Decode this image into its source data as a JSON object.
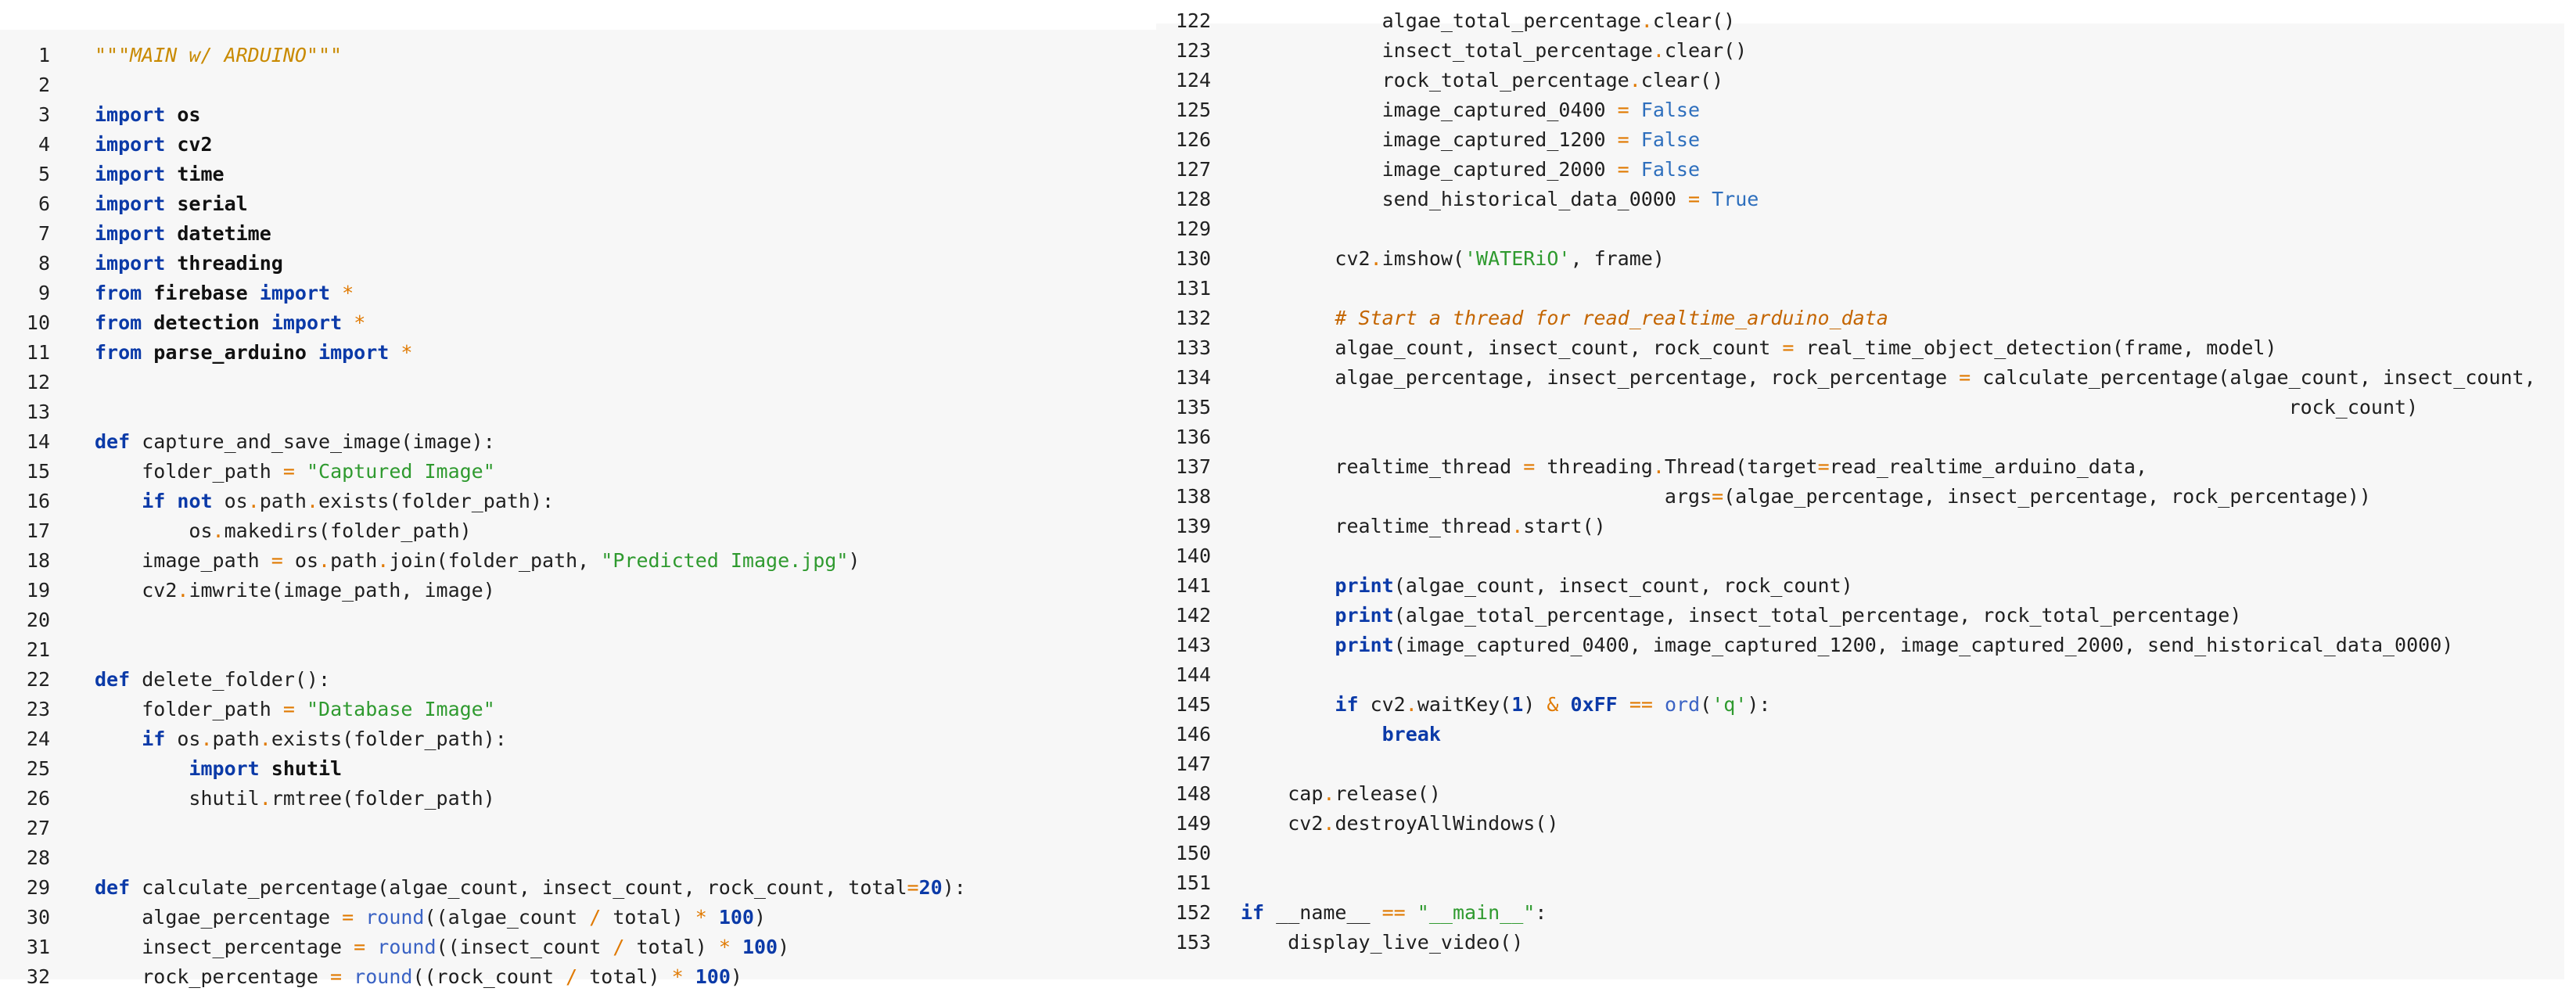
{
  "left": {
    "lines": [
      {
        "n": "1",
        "i": 0,
        "t": [
          [
            "doc",
            "\"\"\"MAIN w/ ARDUINO\"\"\""
          ]
        ]
      },
      {
        "n": "2",
        "i": 0,
        "t": []
      },
      {
        "n": "3",
        "i": 0,
        "t": [
          [
            "kw",
            "import"
          ],
          [
            "pl",
            " "
          ],
          [
            "mod",
            "os"
          ]
        ]
      },
      {
        "n": "4",
        "i": 0,
        "t": [
          [
            "kw",
            "import"
          ],
          [
            "pl",
            " "
          ],
          [
            "mod",
            "cv2"
          ]
        ]
      },
      {
        "n": "5",
        "i": 0,
        "t": [
          [
            "kw",
            "import"
          ],
          [
            "pl",
            " "
          ],
          [
            "mod",
            "time"
          ]
        ]
      },
      {
        "n": "6",
        "i": 0,
        "t": [
          [
            "kw",
            "import"
          ],
          [
            "pl",
            " "
          ],
          [
            "mod",
            "serial"
          ]
        ]
      },
      {
        "n": "7",
        "i": 0,
        "t": [
          [
            "kw",
            "import"
          ],
          [
            "pl",
            " "
          ],
          [
            "mod",
            "datetime"
          ]
        ]
      },
      {
        "n": "8",
        "i": 0,
        "t": [
          [
            "kw",
            "import"
          ],
          [
            "pl",
            " "
          ],
          [
            "mod",
            "threading"
          ]
        ]
      },
      {
        "n": "9",
        "i": 0,
        "t": [
          [
            "kw",
            "from"
          ],
          [
            "pl",
            " "
          ],
          [
            "mod",
            "firebase"
          ],
          [
            "pl",
            " "
          ],
          [
            "kw",
            "import"
          ],
          [
            "pl",
            " "
          ],
          [
            "op",
            "*"
          ]
        ]
      },
      {
        "n": "10",
        "i": 0,
        "t": [
          [
            "kw",
            "from"
          ],
          [
            "pl",
            " "
          ],
          [
            "mod",
            "detection"
          ],
          [
            "pl",
            " "
          ],
          [
            "kw",
            "import"
          ],
          [
            "pl",
            " "
          ],
          [
            "op",
            "*"
          ]
        ]
      },
      {
        "n": "11",
        "i": 0,
        "t": [
          [
            "kw",
            "from"
          ],
          [
            "pl",
            " "
          ],
          [
            "mod",
            "parse_arduino"
          ],
          [
            "pl",
            " "
          ],
          [
            "kw",
            "import"
          ],
          [
            "pl",
            " "
          ],
          [
            "op",
            "*"
          ]
        ]
      },
      {
        "n": "12",
        "i": 0,
        "t": []
      },
      {
        "n": "13",
        "i": 0,
        "t": []
      },
      {
        "n": "14",
        "i": 0,
        "t": [
          [
            "kw",
            "def"
          ],
          [
            "pl",
            " capture_and_save_image(image):"
          ]
        ]
      },
      {
        "n": "15",
        "i": 1,
        "t": [
          [
            "pl",
            "folder_path "
          ],
          [
            "op",
            "="
          ],
          [
            "pl",
            " "
          ],
          [
            "str",
            "\"Captured Image\""
          ]
        ]
      },
      {
        "n": "16",
        "i": 1,
        "t": [
          [
            "kw",
            "if"
          ],
          [
            "pl",
            " "
          ],
          [
            "kw",
            "not"
          ],
          [
            "pl",
            " os"
          ],
          [
            "op",
            "."
          ],
          [
            "pl",
            "path"
          ],
          [
            "op",
            "."
          ],
          [
            "pl",
            "exists(folder_path):"
          ]
        ]
      },
      {
        "n": "17",
        "i": 2,
        "t": [
          [
            "pl",
            "os"
          ],
          [
            "op",
            "."
          ],
          [
            "pl",
            "makedirs(folder_path)"
          ]
        ]
      },
      {
        "n": "18",
        "i": 1,
        "t": [
          [
            "pl",
            "image_path "
          ],
          [
            "op",
            "="
          ],
          [
            "pl",
            " os"
          ],
          [
            "op",
            "."
          ],
          [
            "pl",
            "path"
          ],
          [
            "op",
            "."
          ],
          [
            "pl",
            "join(folder_path, "
          ],
          [
            "str",
            "\"Predicted Image.jpg\""
          ],
          [
            "pl",
            ")"
          ]
        ]
      },
      {
        "n": "19",
        "i": 1,
        "t": [
          [
            "pl",
            "cv2"
          ],
          [
            "op",
            "."
          ],
          [
            "pl",
            "imwrite(image_path, image)"
          ]
        ]
      },
      {
        "n": "20",
        "i": 0,
        "t": []
      },
      {
        "n": "21",
        "i": 0,
        "t": []
      },
      {
        "n": "22",
        "i": 0,
        "t": [
          [
            "kw",
            "def"
          ],
          [
            "pl",
            " delete_folder():"
          ]
        ]
      },
      {
        "n": "23",
        "i": 1,
        "t": [
          [
            "pl",
            "folder_path "
          ],
          [
            "op",
            "="
          ],
          [
            "pl",
            " "
          ],
          [
            "str",
            "\"Database Image\""
          ]
        ]
      },
      {
        "n": "24",
        "i": 1,
        "t": [
          [
            "kw",
            "if"
          ],
          [
            "pl",
            " os"
          ],
          [
            "op",
            "."
          ],
          [
            "pl",
            "path"
          ],
          [
            "op",
            "."
          ],
          [
            "pl",
            "exists(folder_path):"
          ]
        ]
      },
      {
        "n": "25",
        "i": 2,
        "t": [
          [
            "kw",
            "import"
          ],
          [
            "pl",
            " "
          ],
          [
            "mod",
            "shutil"
          ]
        ]
      },
      {
        "n": "26",
        "i": 2,
        "t": [
          [
            "pl",
            "shutil"
          ],
          [
            "op",
            "."
          ],
          [
            "pl",
            "rmtree(folder_path)"
          ]
        ]
      },
      {
        "n": "27",
        "i": 0,
        "t": []
      },
      {
        "n": "28",
        "i": 0,
        "t": []
      },
      {
        "n": "29",
        "i": 0,
        "t": [
          [
            "kw",
            "def"
          ],
          [
            "pl",
            " calculate_percentage(algae_count, insect_count, rock_count, total"
          ],
          [
            "op",
            "="
          ],
          [
            "num",
            "20"
          ],
          [
            "pl",
            "):"
          ]
        ]
      },
      {
        "n": "30",
        "i": 1,
        "t": [
          [
            "pl",
            "algae_percentage "
          ],
          [
            "op",
            "="
          ],
          [
            "pl",
            " "
          ],
          [
            "bi",
            "round"
          ],
          [
            "pl",
            "((algae_count "
          ],
          [
            "op",
            "/"
          ],
          [
            "pl",
            " total) "
          ],
          [
            "op",
            "*"
          ],
          [
            "pl",
            " "
          ],
          [
            "num",
            "100"
          ],
          [
            "pl",
            ")"
          ]
        ]
      },
      {
        "n": "31",
        "i": 1,
        "t": [
          [
            "pl",
            "insect_percentage "
          ],
          [
            "op",
            "="
          ],
          [
            "pl",
            " "
          ],
          [
            "bi",
            "round"
          ],
          [
            "pl",
            "((insect_count "
          ],
          [
            "op",
            "/"
          ],
          [
            "pl",
            " total) "
          ],
          [
            "op",
            "*"
          ],
          [
            "pl",
            " "
          ],
          [
            "num",
            "100"
          ],
          [
            "pl",
            ")"
          ]
        ]
      },
      {
        "n": "32",
        "i": 1,
        "t": [
          [
            "pl",
            "rock_percentage "
          ],
          [
            "op",
            "="
          ],
          [
            "pl",
            " "
          ],
          [
            "bi",
            "round"
          ],
          [
            "pl",
            "((rock_count "
          ],
          [
            "op",
            "/"
          ],
          [
            "pl",
            " total) "
          ],
          [
            "op",
            "*"
          ],
          [
            "pl",
            " "
          ],
          [
            "num",
            "100"
          ],
          [
            "pl",
            ")"
          ]
        ]
      }
    ]
  },
  "right": {
    "lines": [
      {
        "n": "122",
        "i": 3,
        "t": [
          [
            "pl",
            "algae_total_percentage"
          ],
          [
            "op",
            "."
          ],
          [
            "pl",
            "clear()"
          ]
        ]
      },
      {
        "n": "123",
        "i": 3,
        "t": [
          [
            "pl",
            "insect_total_percentage"
          ],
          [
            "op",
            "."
          ],
          [
            "pl",
            "clear()"
          ]
        ]
      },
      {
        "n": "124",
        "i": 3,
        "t": [
          [
            "pl",
            "rock_total_percentage"
          ],
          [
            "op",
            "."
          ],
          [
            "pl",
            "clear()"
          ]
        ]
      },
      {
        "n": "125",
        "i": 3,
        "t": [
          [
            "pl",
            "image_captured_0400 "
          ],
          [
            "op",
            "="
          ],
          [
            "pl",
            " "
          ],
          [
            "bool",
            "False"
          ]
        ]
      },
      {
        "n": "126",
        "i": 3,
        "t": [
          [
            "pl",
            "image_captured_1200 "
          ],
          [
            "op",
            "="
          ],
          [
            "pl",
            " "
          ],
          [
            "bool",
            "False"
          ]
        ]
      },
      {
        "n": "127",
        "i": 3,
        "t": [
          [
            "pl",
            "image_captured_2000 "
          ],
          [
            "op",
            "="
          ],
          [
            "pl",
            " "
          ],
          [
            "bool",
            "False"
          ]
        ]
      },
      {
        "n": "128",
        "i": 3,
        "t": [
          [
            "pl",
            "send_historical_data_0000 "
          ],
          [
            "op",
            "="
          ],
          [
            "pl",
            " "
          ],
          [
            "bool",
            "True"
          ]
        ]
      },
      {
        "n": "129",
        "i": 0,
        "t": []
      },
      {
        "n": "130",
        "i": 2,
        "t": [
          [
            "pl",
            "cv2"
          ],
          [
            "op",
            "."
          ],
          [
            "pl",
            "imshow("
          ],
          [
            "str",
            "'WATERiO'"
          ],
          [
            "pl",
            ", frame)"
          ]
        ]
      },
      {
        "n": "131",
        "i": 0,
        "t": []
      },
      {
        "n": "132",
        "i": 2,
        "t": [
          [
            "cm",
            "# Start a thread for read_realtime_arduino_data"
          ]
        ]
      },
      {
        "n": "133",
        "i": 2,
        "t": [
          [
            "pl",
            "algae_count, insect_count, rock_count "
          ],
          [
            "op",
            "="
          ],
          [
            "pl",
            " real_time_object_detection(frame, model)"
          ]
        ]
      },
      {
        "n": "134",
        "i": 2,
        "t": [
          [
            "pl",
            "algae_percentage, insect_percentage, rock_percentage "
          ],
          [
            "op",
            "="
          ],
          [
            "pl",
            " calculate_percentage(algae_count, insect_count,"
          ]
        ]
      },
      {
        "n": "135",
        "i": 0,
        "t": [
          [
            "pl",
            "                                                                                         rock_count)"
          ]
        ]
      },
      {
        "n": "136",
        "i": 0,
        "t": []
      },
      {
        "n": "137",
        "i": 2,
        "t": [
          [
            "pl",
            "realtime_thread "
          ],
          [
            "op",
            "="
          ],
          [
            "pl",
            " threading"
          ],
          [
            "op",
            "."
          ],
          [
            "pl",
            "Thread(target"
          ],
          [
            "op",
            "="
          ],
          [
            "pl",
            "read_realtime_arduino_data,"
          ]
        ]
      },
      {
        "n": "138",
        "i": 0,
        "t": [
          [
            "pl",
            "                                    args"
          ],
          [
            "op",
            "="
          ],
          [
            "pl",
            "(algae_percentage, insect_percentage, rock_percentage))"
          ]
        ]
      },
      {
        "n": "139",
        "i": 2,
        "t": [
          [
            "pl",
            "realtime_thread"
          ],
          [
            "op",
            "."
          ],
          [
            "pl",
            "start()"
          ]
        ]
      },
      {
        "n": "140",
        "i": 0,
        "t": []
      },
      {
        "n": "141",
        "i": 2,
        "t": [
          [
            "kw",
            "print"
          ],
          [
            "pl",
            "(algae_count, insect_count, rock_count)"
          ]
        ]
      },
      {
        "n": "142",
        "i": 2,
        "t": [
          [
            "kw",
            "print"
          ],
          [
            "pl",
            "(algae_total_percentage, insect_total_percentage, rock_total_percentage)"
          ]
        ]
      },
      {
        "n": "143",
        "i": 2,
        "t": [
          [
            "kw",
            "print"
          ],
          [
            "pl",
            "(image_captured_0400, image_captured_1200, image_captured_2000, send_historical_data_0000)"
          ]
        ]
      },
      {
        "n": "144",
        "i": 0,
        "t": []
      },
      {
        "n": "145",
        "i": 2,
        "t": [
          [
            "kw",
            "if"
          ],
          [
            "pl",
            " cv2"
          ],
          [
            "op",
            "."
          ],
          [
            "pl",
            "waitKey("
          ],
          [
            "num",
            "1"
          ],
          [
            "pl",
            ") "
          ],
          [
            "op",
            "&"
          ],
          [
            "pl",
            " "
          ],
          [
            "num",
            "0xFF"
          ],
          [
            "pl",
            " "
          ],
          [
            "op",
            "=="
          ],
          [
            "pl",
            " "
          ],
          [
            "bi",
            "ord"
          ],
          [
            "pl",
            "("
          ],
          [
            "str",
            "'q'"
          ],
          [
            "pl",
            "):"
          ]
        ]
      },
      {
        "n": "146",
        "i": 3,
        "t": [
          [
            "kw",
            "break"
          ]
        ]
      },
      {
        "n": "147",
        "i": 0,
        "t": []
      },
      {
        "n": "148",
        "i": 1,
        "t": [
          [
            "pl",
            "cap"
          ],
          [
            "op",
            "."
          ],
          [
            "pl",
            "release()"
          ]
        ]
      },
      {
        "n": "149",
        "i": 1,
        "t": [
          [
            "pl",
            "cv2"
          ],
          [
            "op",
            "."
          ],
          [
            "pl",
            "destroyAllWindows()"
          ]
        ]
      },
      {
        "n": "150",
        "i": 0,
        "t": []
      },
      {
        "n": "151",
        "i": 0,
        "t": []
      },
      {
        "n": "152",
        "i": 0,
        "t": [
          [
            "kw",
            "if"
          ],
          [
            "pl",
            " __name__ "
          ],
          [
            "op",
            "=="
          ],
          [
            "pl",
            " "
          ],
          [
            "str",
            "\"__main__\""
          ],
          [
            "pl",
            ":"
          ]
        ]
      },
      {
        "n": "153",
        "i": 1,
        "t": [
          [
            "pl",
            "display_live_video()"
          ]
        ]
      }
    ]
  }
}
